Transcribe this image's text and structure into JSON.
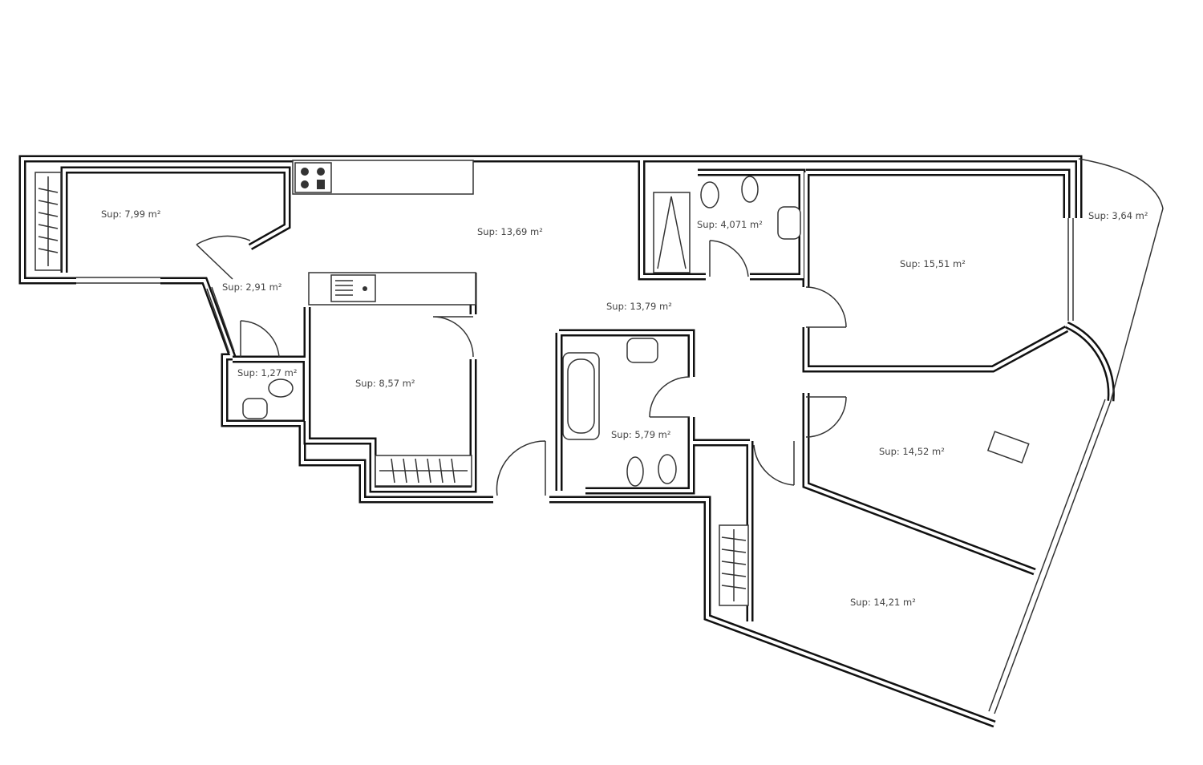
{
  "rooms": [
    {
      "id": "trastero",
      "label": "Sup: 7,99 m²"
    },
    {
      "id": "cocina",
      "label": "Sup: 13,69 m²"
    },
    {
      "id": "bano-suite",
      "label": "Sup: 4,071 m²"
    },
    {
      "id": "dormitorio-1",
      "label": "Sup: 15,51 m²"
    },
    {
      "id": "terraza",
      "label": "Sup: 3,64 m²"
    },
    {
      "id": "pasillo-servicio",
      "label": "Sup: 2,91 m²"
    },
    {
      "id": "pasillo",
      "label": "Sup: 13,79 m²"
    },
    {
      "id": "aseo",
      "label": "Sup: 1,27 m²"
    },
    {
      "id": "dormitorio-servicio",
      "label": "Sup: 8,57 m²"
    },
    {
      "id": "bano",
      "label": "Sup: 5,79 m²"
    },
    {
      "id": "dormitorio-2",
      "label": "Sup: 14,52 m²"
    },
    {
      "id": "dormitorio-3",
      "label": "Sup: 14,21 m²"
    }
  ]
}
